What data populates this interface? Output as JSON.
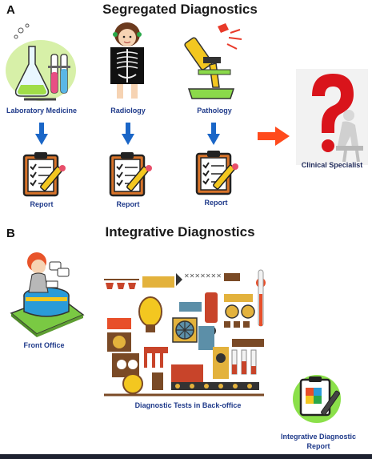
{
  "panel_a": {
    "letter": "A",
    "title": "Segregated Diagnostics",
    "sources": [
      {
        "label": "Laboratory Medicine",
        "icon": "lab-glassware-icon"
      },
      {
        "label": "Radiology",
        "icon": "xray-girl-icon"
      },
      {
        "label": "Pathology",
        "icon": "microscope-icon"
      }
    ],
    "reports": [
      "Report",
      "Report",
      "Report"
    ],
    "specialist": {
      "label": "Clinical Specialist",
      "icon": "question-mark-thinker-icon"
    }
  },
  "panel_b": {
    "letter": "B",
    "title": "Integrative Diagnostics",
    "front_office": {
      "label": "Front Office",
      "icon": "front-desk-person-icon"
    },
    "back_office": {
      "label": "Diagnostic Tests in Back-office",
      "icon": "lab-machinery-icon"
    },
    "integrative_report": {
      "label_line1": "Integrative Diagnostic",
      "label_line2": "Report",
      "icon": "clipboard-puzzle-icon"
    }
  },
  "colors": {
    "label_blue": "#1f3a8a",
    "down_arrow": "#1a66c7",
    "right_arrow": "#ff4a1c",
    "question_red": "#d9141b"
  }
}
